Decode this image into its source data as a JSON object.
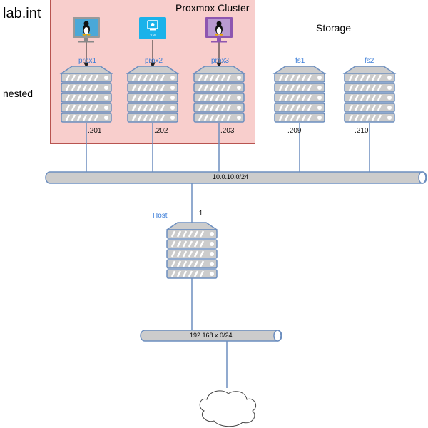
{
  "title": "lab.int",
  "side_label": "nested",
  "cluster": {
    "title": "Proxmox Cluster",
    "fill": "#f8cecc",
    "stroke": "#b85450",
    "nodes": [
      {
        "name": "prox1",
        "ip": ".201",
        "vm": {
          "type": "linux-monitor",
          "color": "#4aa8d8"
        }
      },
      {
        "name": "prox2",
        "ip": ".202",
        "vm": {
          "type": "vm-tile",
          "label": "VM",
          "color": "#1ab2ea"
        }
      },
      {
        "name": "prox3",
        "ip": ".203",
        "vm": {
          "type": "linux-monitor",
          "color": "#8e56b0"
        }
      }
    ]
  },
  "storage": {
    "title": "Storage",
    "nodes": [
      {
        "name": "fs1",
        "ip": ".209"
      },
      {
        "name": "fs2",
        "ip": ".210"
      }
    ]
  },
  "networks": {
    "internal": "10.0.10.0/24",
    "external": "192.168.x.0/24"
  },
  "host": {
    "name": "Host",
    "ip": ".1"
  },
  "cloud": {
    "icon": "cloud-icon"
  },
  "colors": {
    "link": "#6c8ebf",
    "server_fill": "#cccccc",
    "server_stroke": "#6c8ebf",
    "label_blue": "#3b7dd8"
  }
}
